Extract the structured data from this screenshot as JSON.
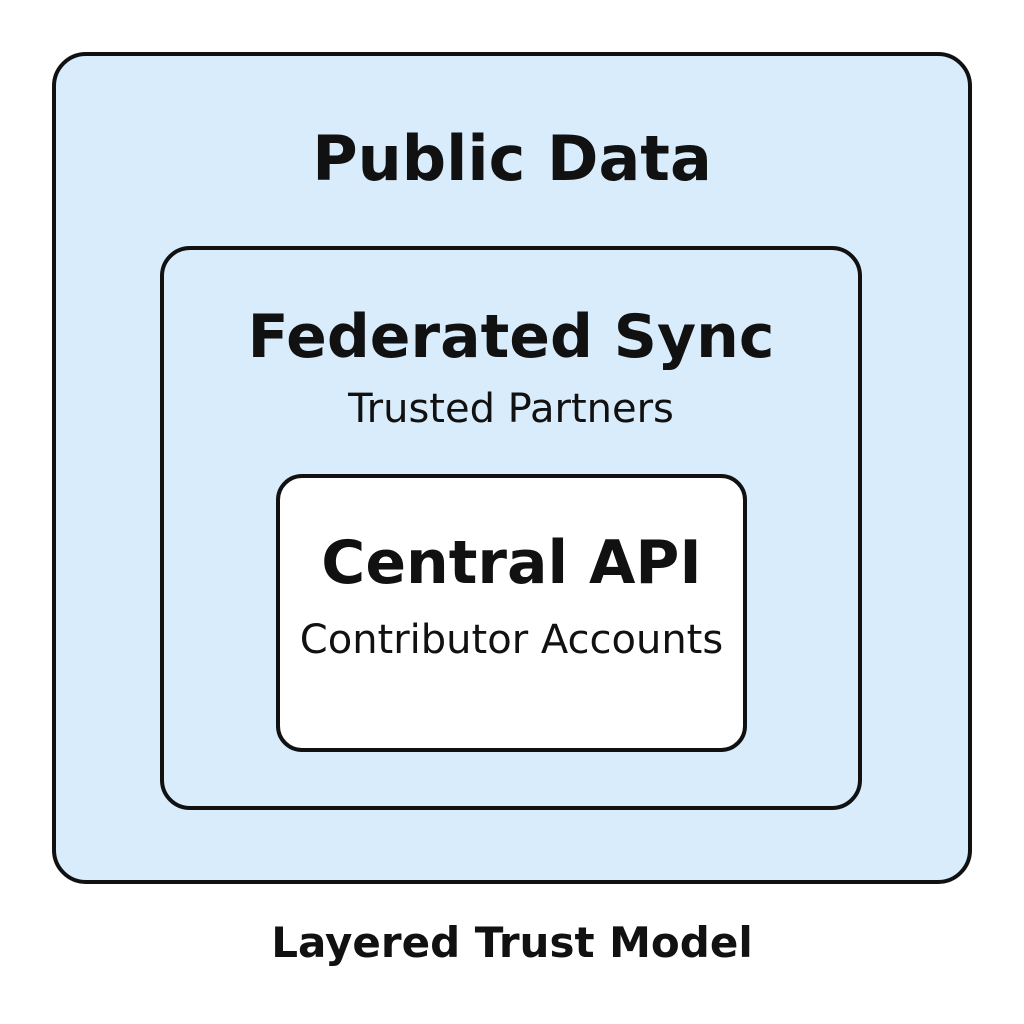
{
  "diagram": {
    "layers": [
      {
        "title": "Public Data",
        "subtitle": "",
        "fill": "#d9ecfb"
      },
      {
        "title": "Federated Sync",
        "subtitle": "Trusted Partners",
        "fill": "#d9ecfb"
      },
      {
        "title": "Central API",
        "subtitle": "Contributor Accounts",
        "fill": "#ffffff"
      }
    ],
    "caption": "Layered Trust Model",
    "border_color": "#111111"
  }
}
